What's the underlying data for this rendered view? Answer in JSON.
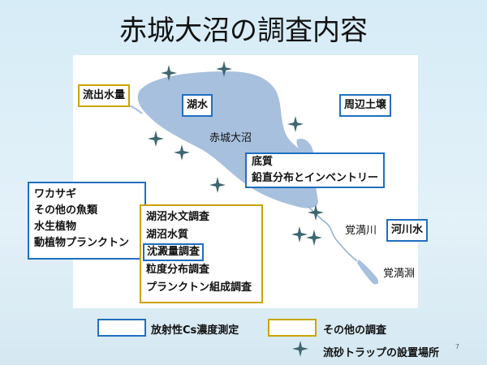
{
  "title": "赤城大沼の調査内容",
  "map": {
    "lake_name": "赤城大沼",
    "river_name": "覚満川",
    "pond_name": "覚満淵"
  },
  "boxes": {
    "outflow": "流出水量",
    "lake_water": "湖水",
    "soil": "周辺土壌",
    "sediment": [
      "底質",
      "鉛直分布とインベントリー"
    ],
    "river_water": "河川水",
    "biota": [
      "ワカサギ",
      "その他の魚類",
      "水生植物",
      "動植物プランクトン"
    ],
    "other": [
      "湖沼水文調査",
      "湖沼水質",
      "沈澱量調査",
      "粒度分布調査",
      "プランクトン組成調査"
    ]
  },
  "legend": {
    "blue": "放射性Cs濃度測定",
    "gold": "その他の調査",
    "star": "流砂トラップの設置場所"
  },
  "page_number": "7",
  "colors": {
    "blue": "#1f6fc0",
    "gold": "#c9a400",
    "lake": "#a7c0de",
    "star": "#3d6670"
  }
}
